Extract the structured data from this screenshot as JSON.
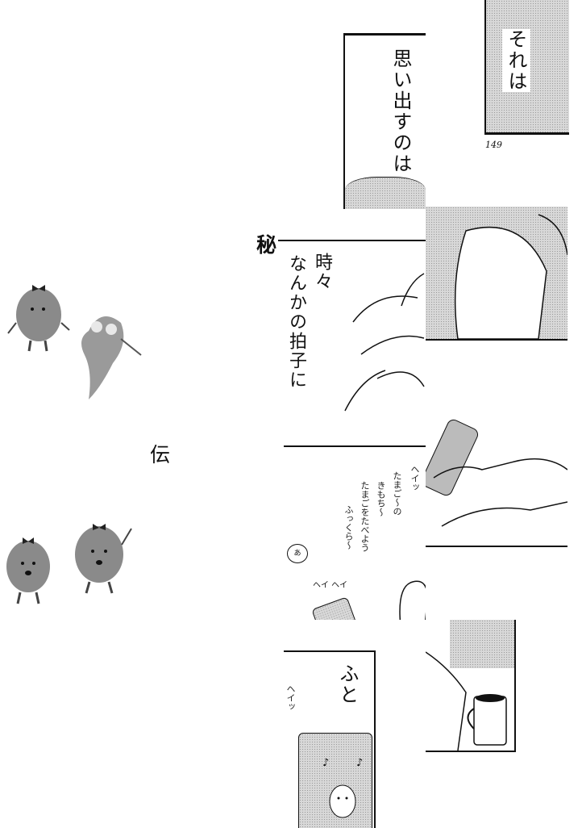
{
  "page_number": "149",
  "margin_titles": {
    "top": "秘",
    "middle": "伝"
  },
  "panels": {
    "omoidasu": {
      "text": "思い出すのは"
    },
    "sore": {
      "text": "それは"
    },
    "tokidoki": {
      "line1": "時々",
      "line2": "なんかの拍子に"
    },
    "song": {
      "lines": [
        "たまご〜の",
        "きもち〜",
        "たまごをたべよう",
        "ふっくら〜"
      ],
      "hey_top": "ヘイッ",
      "hey": "ヘイ ヘイ",
      "a_bubble": "あ"
    },
    "futo": {
      "text": "ふと",
      "hey": "ヘイッ",
      "note1": "♪",
      "note2": "♪"
    }
  }
}
